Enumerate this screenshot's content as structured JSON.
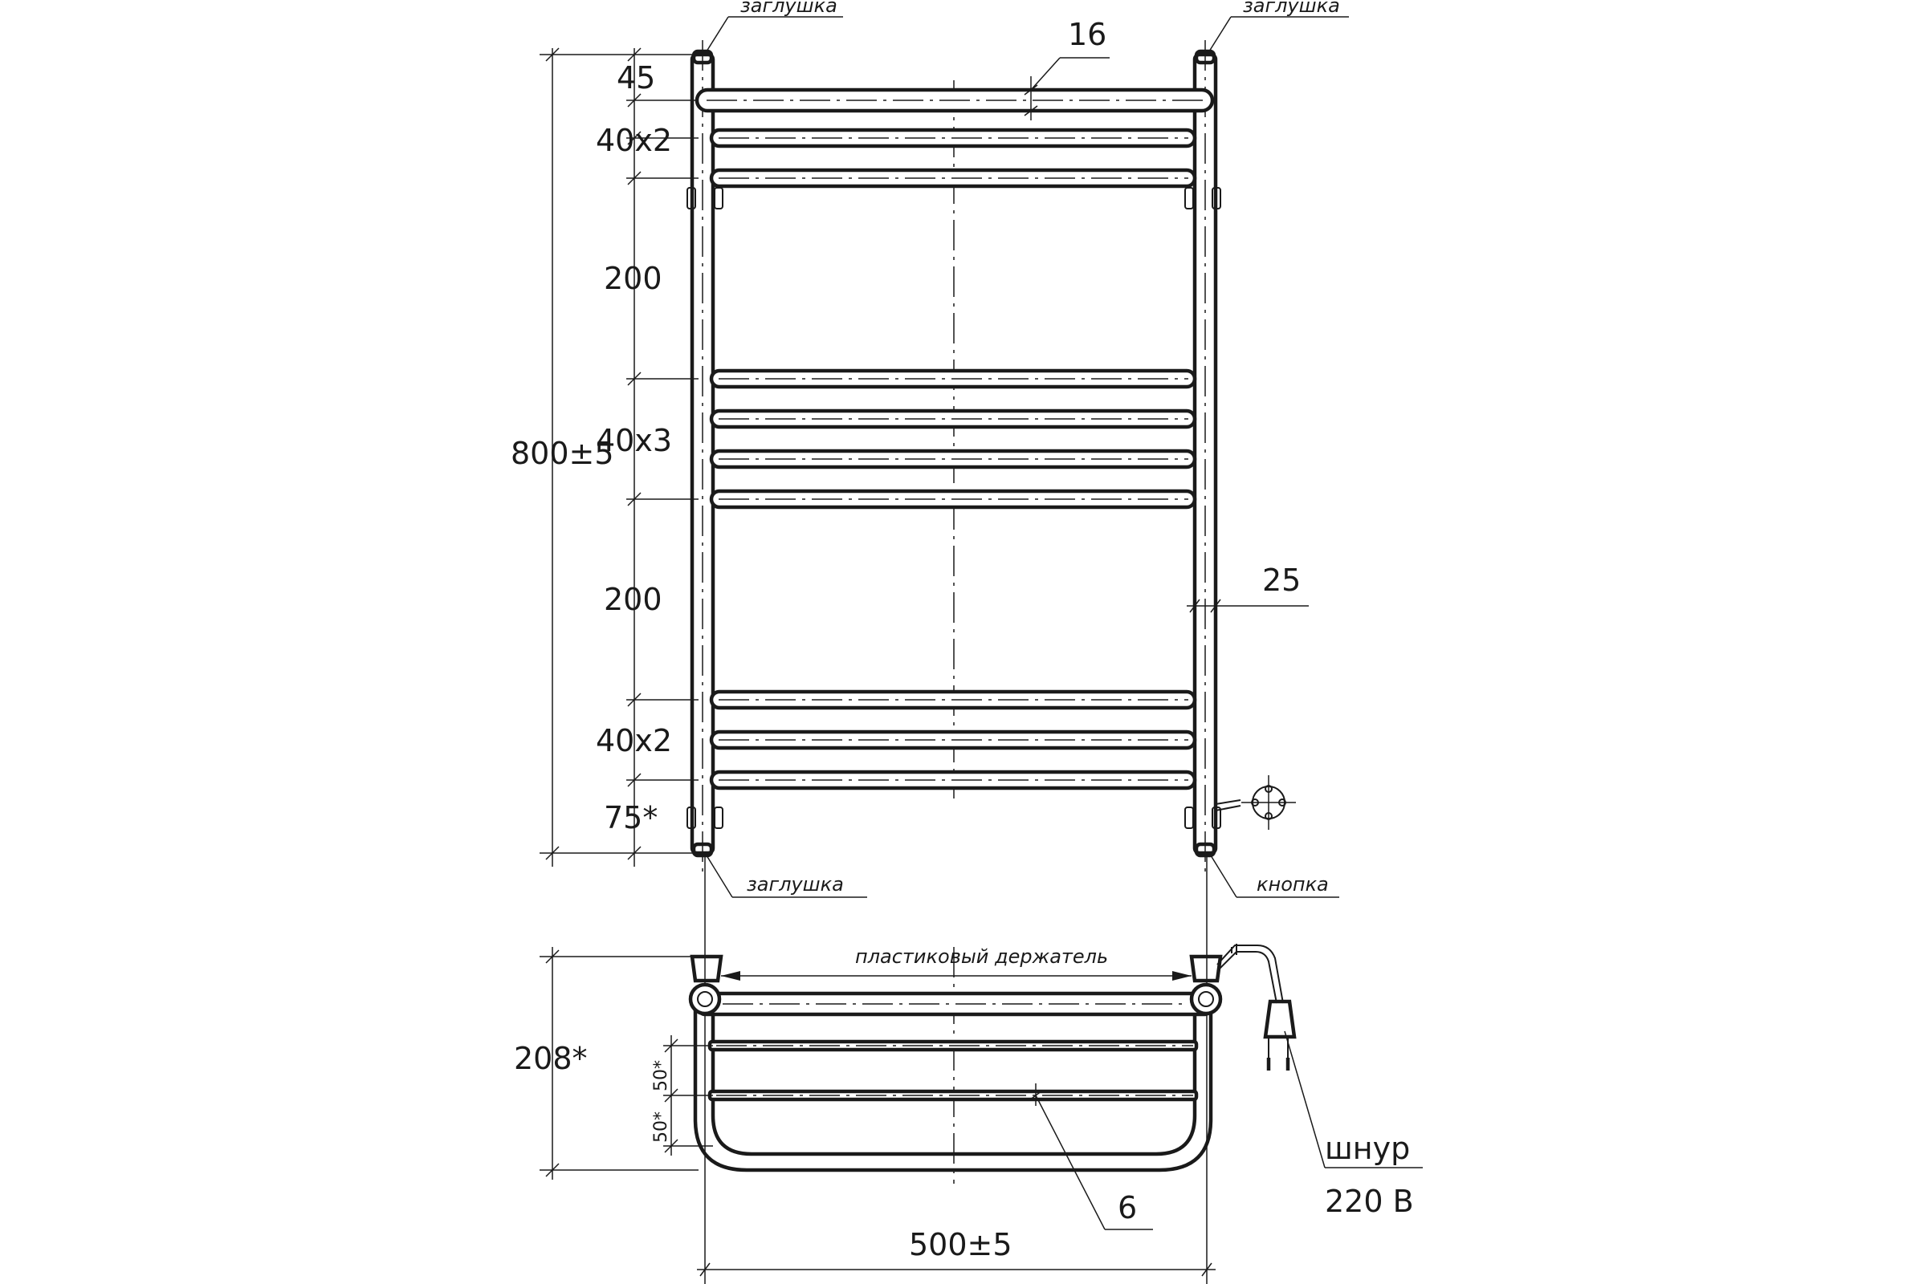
{
  "labels": {
    "plug_top_left": "заглушка",
    "plug_top_right": "заглушка",
    "plug_bottom_left": "заглушка",
    "button": "кнопка",
    "holder": "пластиковый держатель",
    "cord": "шнур",
    "voltage": "220 В"
  },
  "dimensions": {
    "tube_diameter": "16",
    "top_offset": "45",
    "spacing_top": "40х2",
    "gap_upper": "200",
    "spacing_middle": "40х3",
    "gap_lower": "200",
    "spacing_bottom": "40х2",
    "bottom_offset": "75*",
    "total_height": "800±5",
    "riser_width": "25",
    "depth": "208*",
    "shelf_step_1": "50*",
    "shelf_step_2": "50*",
    "shelf_rod": "6",
    "total_width": "500±5"
  }
}
